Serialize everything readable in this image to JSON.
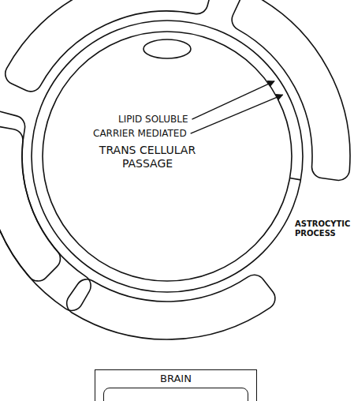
{
  "diagram": {
    "nodes": [
      {
        "text": [
          "BRAIN"
        ]
      }
    ],
    "labels": [
      "LIPID SOLUBLE",
      "CARRIER MEDIATED",
      "TRANS CELLULAR PASSAGE",
      "ASTROCYTIC PROCESS"
    ]
  }
}
